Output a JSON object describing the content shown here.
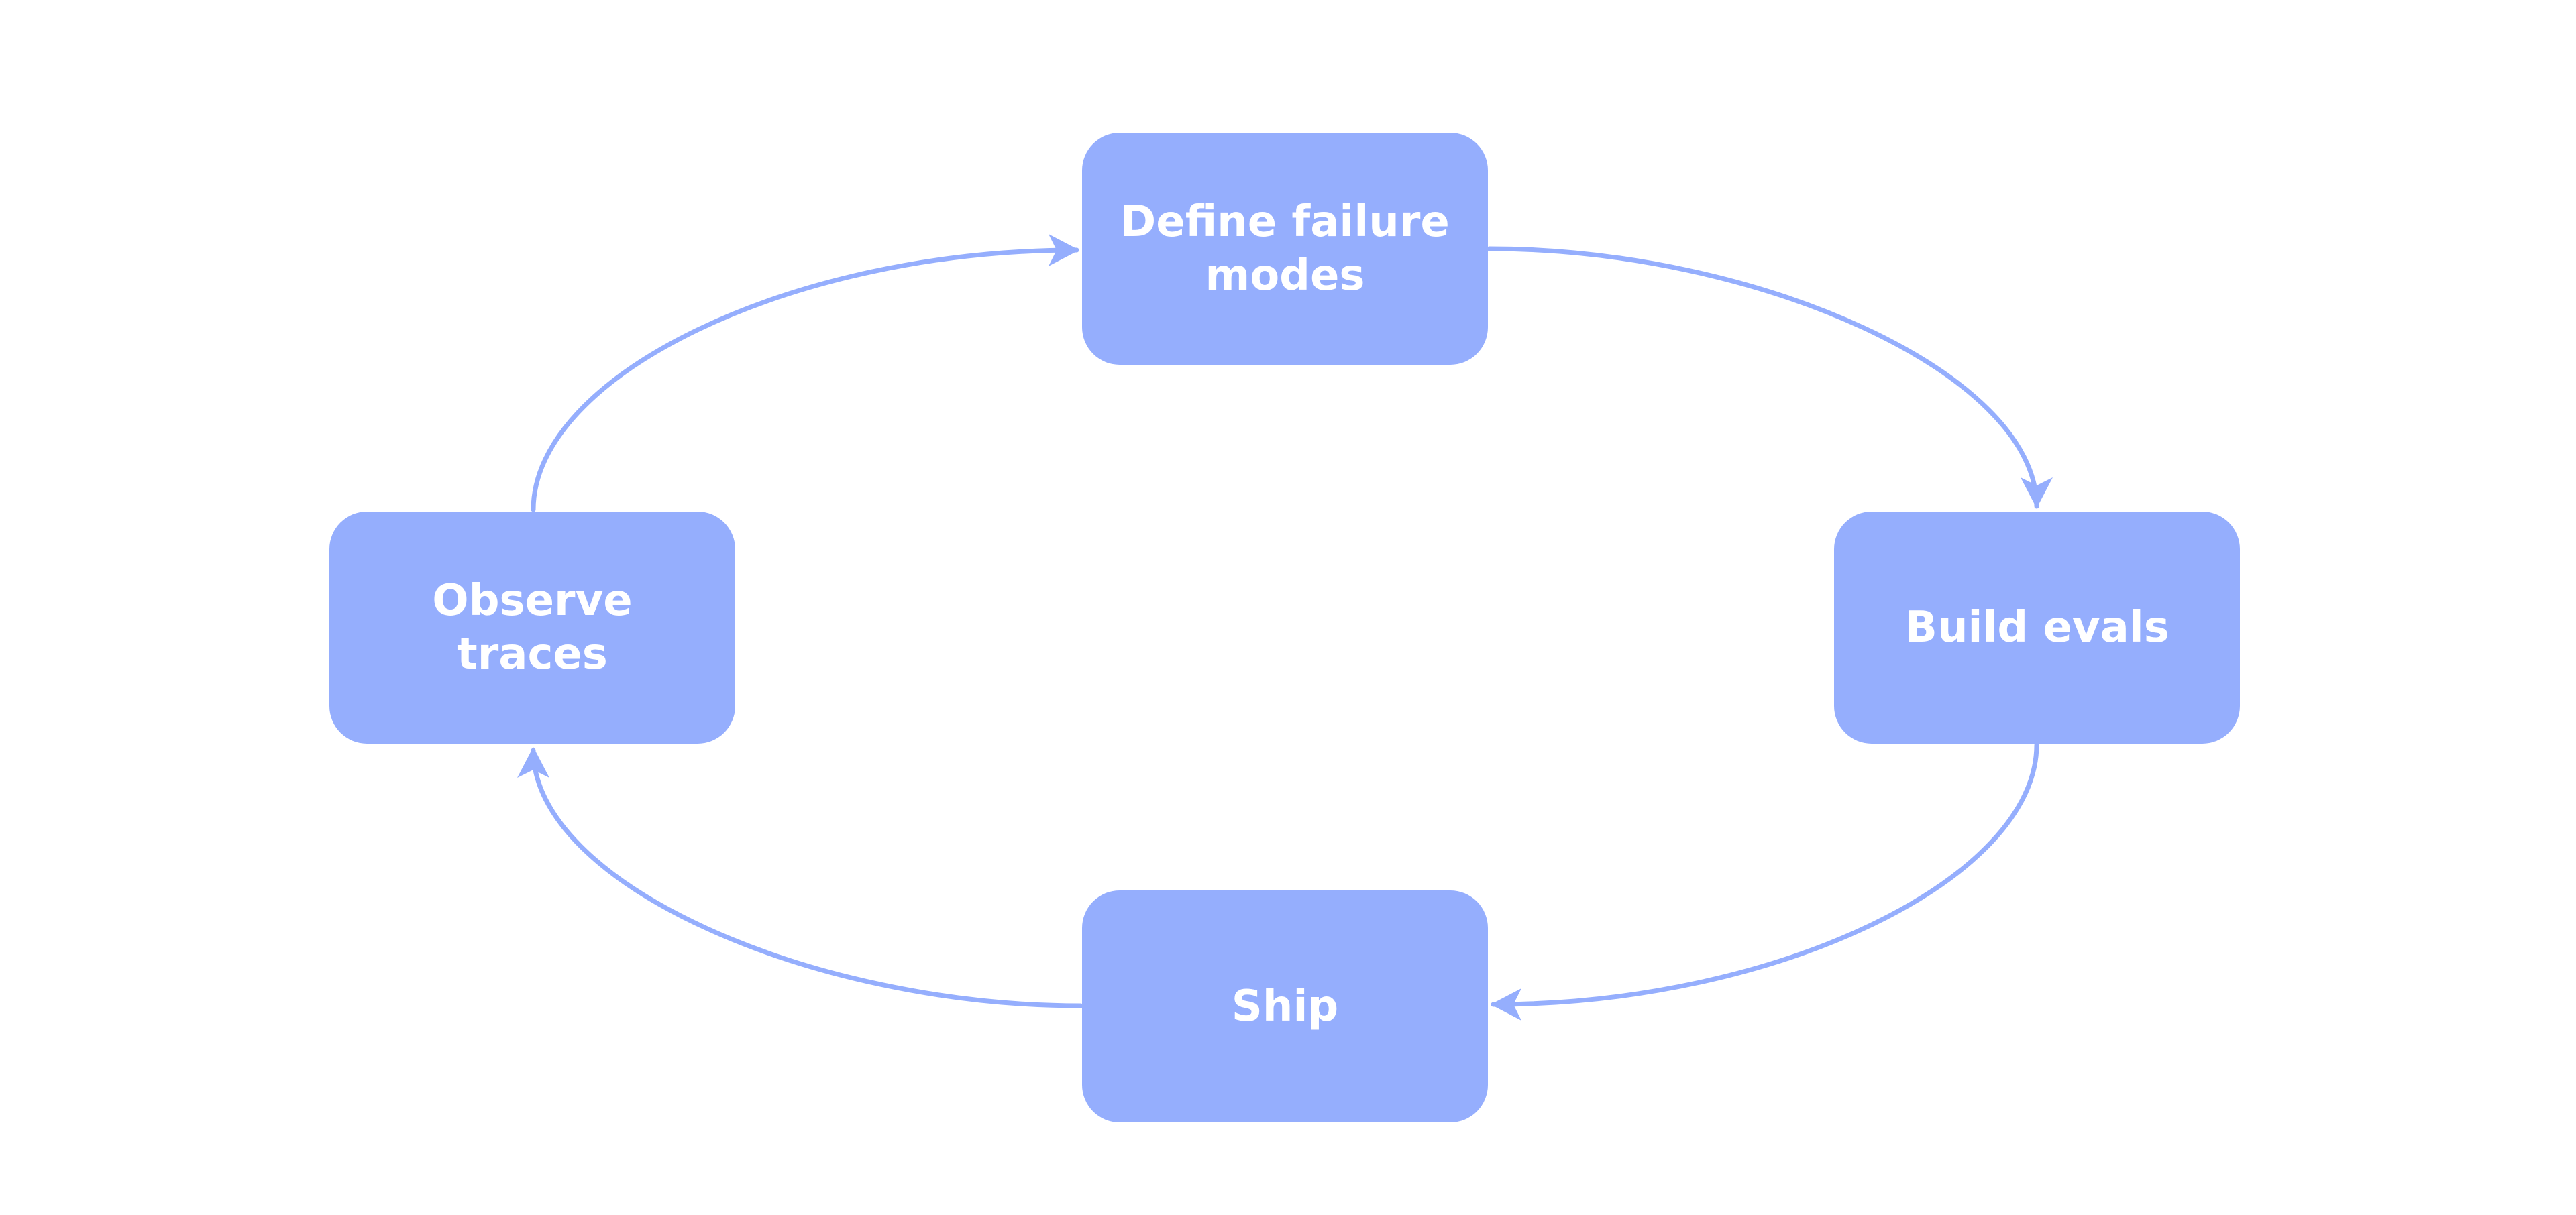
{
  "diagram": {
    "nodes": [
      {
        "id": "define",
        "label": "Define failure\nmodes"
      },
      {
        "id": "build",
        "label": "Build evals"
      },
      {
        "id": "ship",
        "label": "Ship"
      },
      {
        "id": "observe",
        "label": "Observe\ntraces"
      }
    ],
    "edges": [
      {
        "from": "define",
        "to": "build"
      },
      {
        "from": "build",
        "to": "ship"
      },
      {
        "from": "ship",
        "to": "observe"
      },
      {
        "from": "observe",
        "to": "define"
      }
    ],
    "colors": {
      "node_fill": "#95AEFD",
      "arrow": "#95AEFD",
      "text": "#FFFFFF",
      "background": "#FFFFFF"
    }
  }
}
